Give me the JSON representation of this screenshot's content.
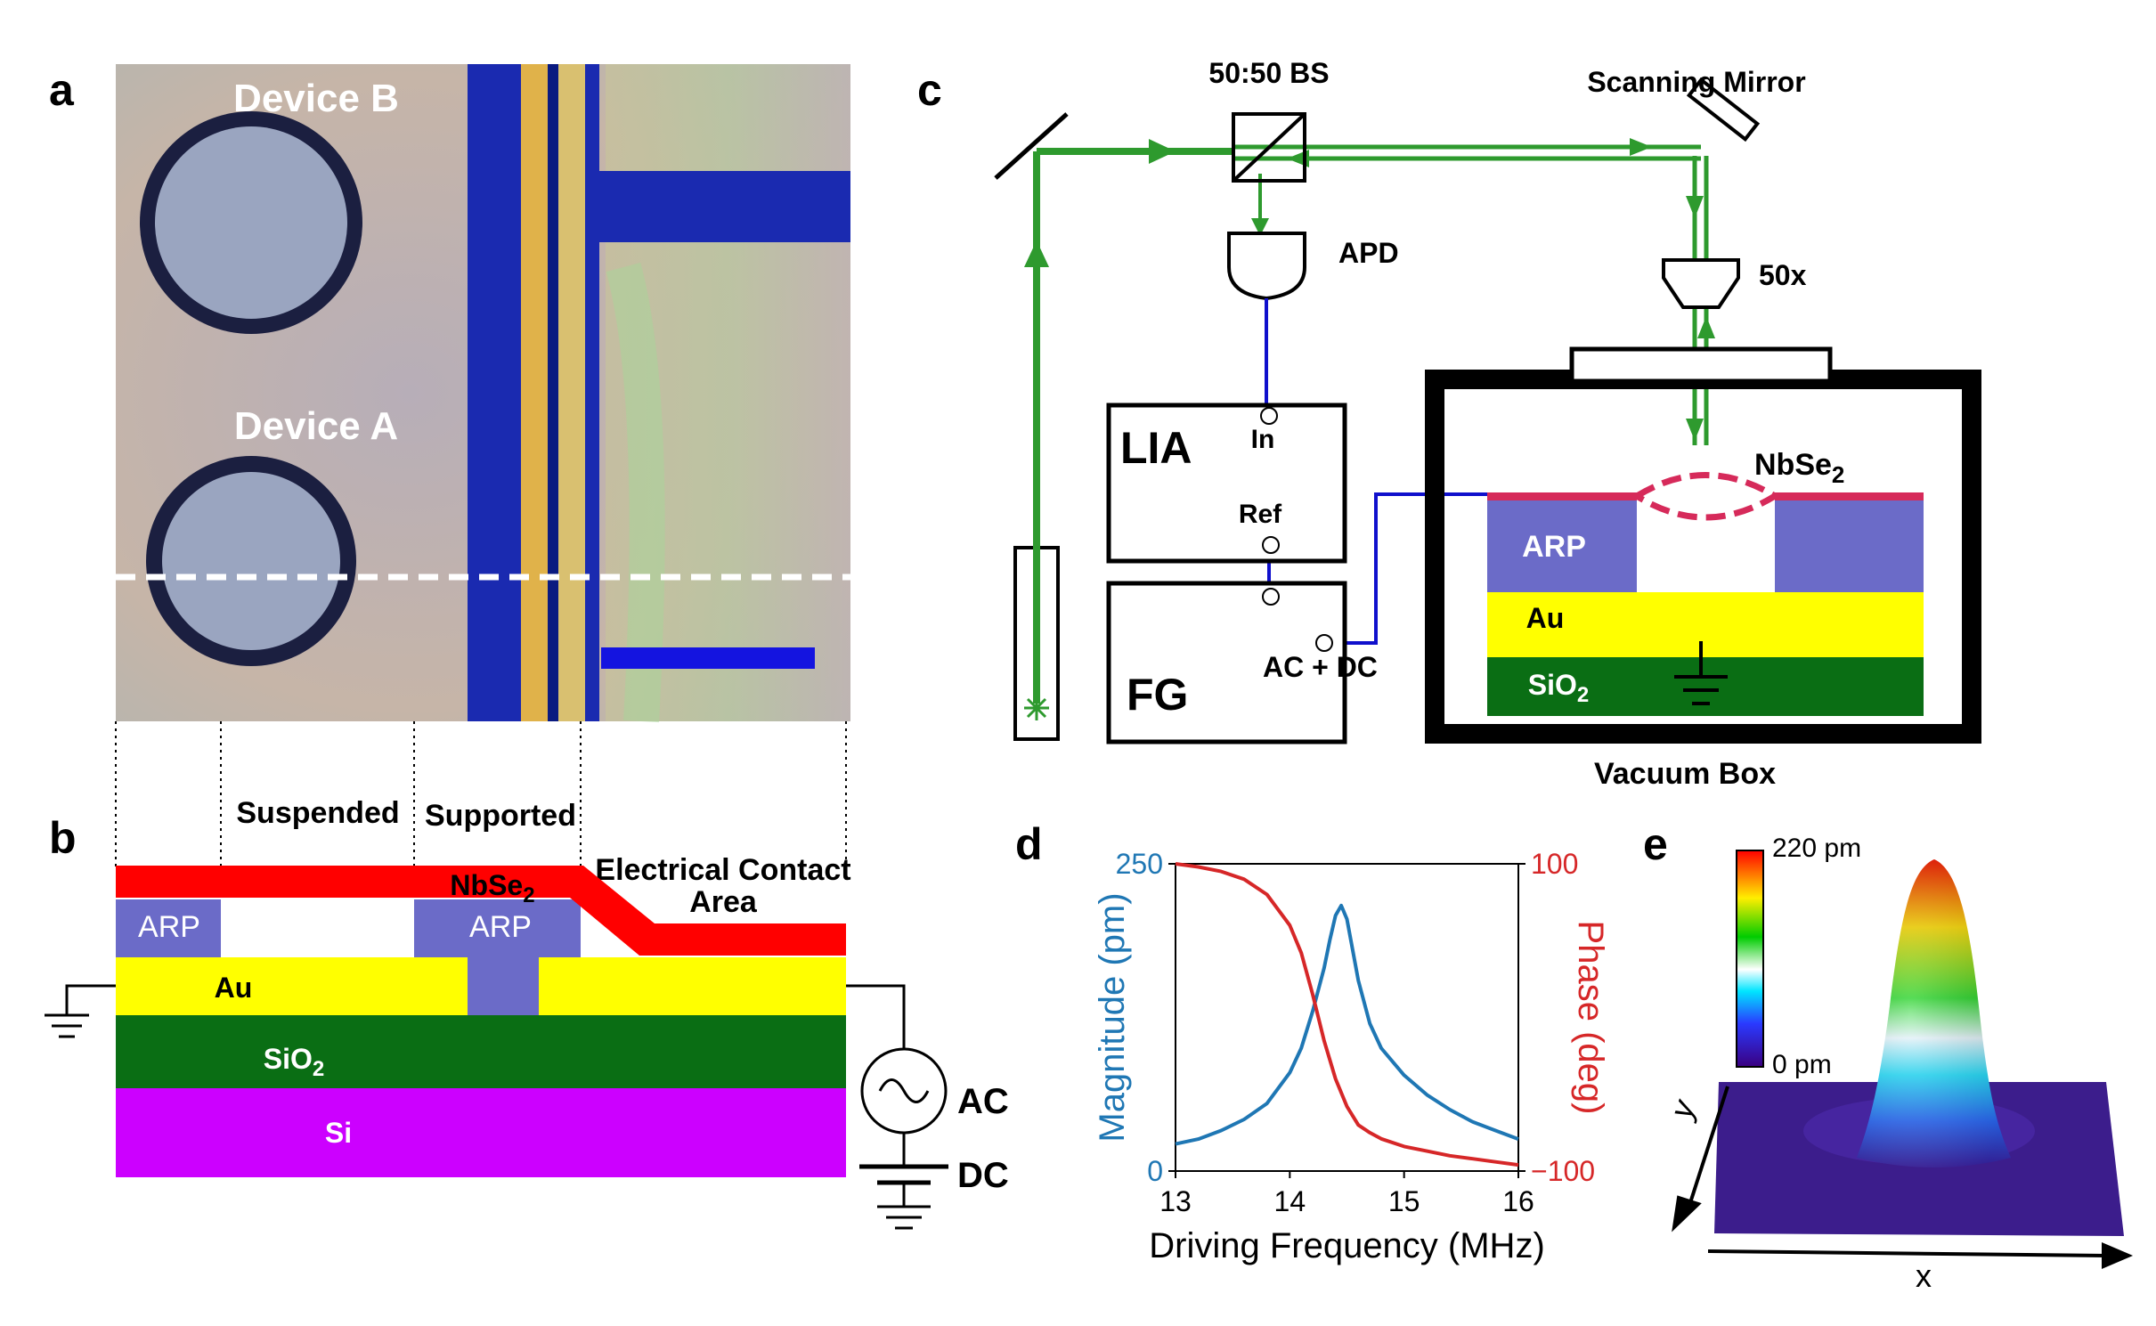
{
  "panels": {
    "a": {
      "letter": "a",
      "device_b_label": "Device B",
      "device_a_label": "Device A"
    },
    "b": {
      "letter": "b",
      "region_suspended": "Suspended",
      "region_supported": "Supported",
      "region_contact_line1": "Electrical Contact",
      "region_contact_line2": "Area",
      "layer_nbse2": "NbSe",
      "layer_nbse2_sub": "2",
      "layer_arp": "ARP",
      "layer_au": "Au",
      "layer_sio2": "SiO",
      "layer_sio2_sub": "2",
      "layer_si": "Si",
      "source_ac": "AC",
      "source_dc": "DC",
      "colors": {
        "nbse2": "#ff0000",
        "arp": "#6b6bc8",
        "au": "#ffff00",
        "sio2": "#0a6e14",
        "si": "#cc00ff"
      }
    },
    "c": {
      "letter": "c",
      "beamsplitter": "50:50 BS",
      "scanning_mirror": "Scanning Mirror",
      "apd": "APD",
      "objective": "50x",
      "lia": "LIA",
      "lia_in": "In",
      "lia_ref": "Ref",
      "fg": "FG",
      "fg_output": "AC + DC",
      "nbse2": "NbSe",
      "nbse2_sub": "2",
      "arp": "ARP",
      "au": "Au",
      "sio2": "SiO",
      "sio2_sub": "2",
      "vacuum_box": "Vacuum Box",
      "colors": {
        "beam": "#2e9a2e",
        "wire": "#1010cc",
        "membrane": "#d62a5a"
      }
    },
    "d": {
      "letter": "d"
    },
    "e": {
      "letter": "e",
      "colorbar_max": "220 pm",
      "colorbar_min": "0 pm",
      "axis_y": "y",
      "axis_x": "x"
    }
  },
  "chart_data": {
    "type": "line",
    "xlabel": "Driving Frequency (MHz)",
    "ylabel": "Magnitude (pm)",
    "ylabel_right": "Phase (deg)",
    "xlim": [
      13,
      16
    ],
    "ylim": [
      0,
      250
    ],
    "ylim_right": [
      -100,
      100
    ],
    "xticks": [
      "13",
      "14",
      "15",
      "16"
    ],
    "yticks": [
      "0",
      "250"
    ],
    "yticks_right": [
      "−100",
      "100"
    ],
    "series": [
      {
        "axis": "left",
        "color": "#1f77b4",
        "x": [
          13.0,
          13.2,
          13.4,
          13.6,
          13.8,
          14.0,
          14.1,
          14.2,
          14.3,
          14.35,
          14.4,
          14.45,
          14.5,
          14.55,
          14.6,
          14.7,
          14.8,
          15.0,
          15.2,
          15.4,
          15.6,
          15.8,
          16.0
        ],
        "values": [
          22,
          26,
          33,
          42,
          55,
          80,
          100,
          130,
          165,
          188,
          208,
          216,
          205,
          180,
          155,
          120,
          100,
          78,
          62,
          50,
          40,
          33,
          26
        ]
      },
      {
        "axis": "right",
        "color": "#d62728",
        "x": [
          13.0,
          13.2,
          13.4,
          13.6,
          13.8,
          14.0,
          14.1,
          14.2,
          14.3,
          14.4,
          14.5,
          14.6,
          14.7,
          14.8,
          15.0,
          15.2,
          15.4,
          15.6,
          15.8,
          16.0
        ],
        "values": [
          100,
          98,
          95,
          90,
          80,
          60,
          42,
          15,
          -15,
          -40,
          -58,
          -70,
          -75,
          -79,
          -84,
          -87,
          -90,
          -92,
          -94,
          -96
        ]
      }
    ]
  }
}
